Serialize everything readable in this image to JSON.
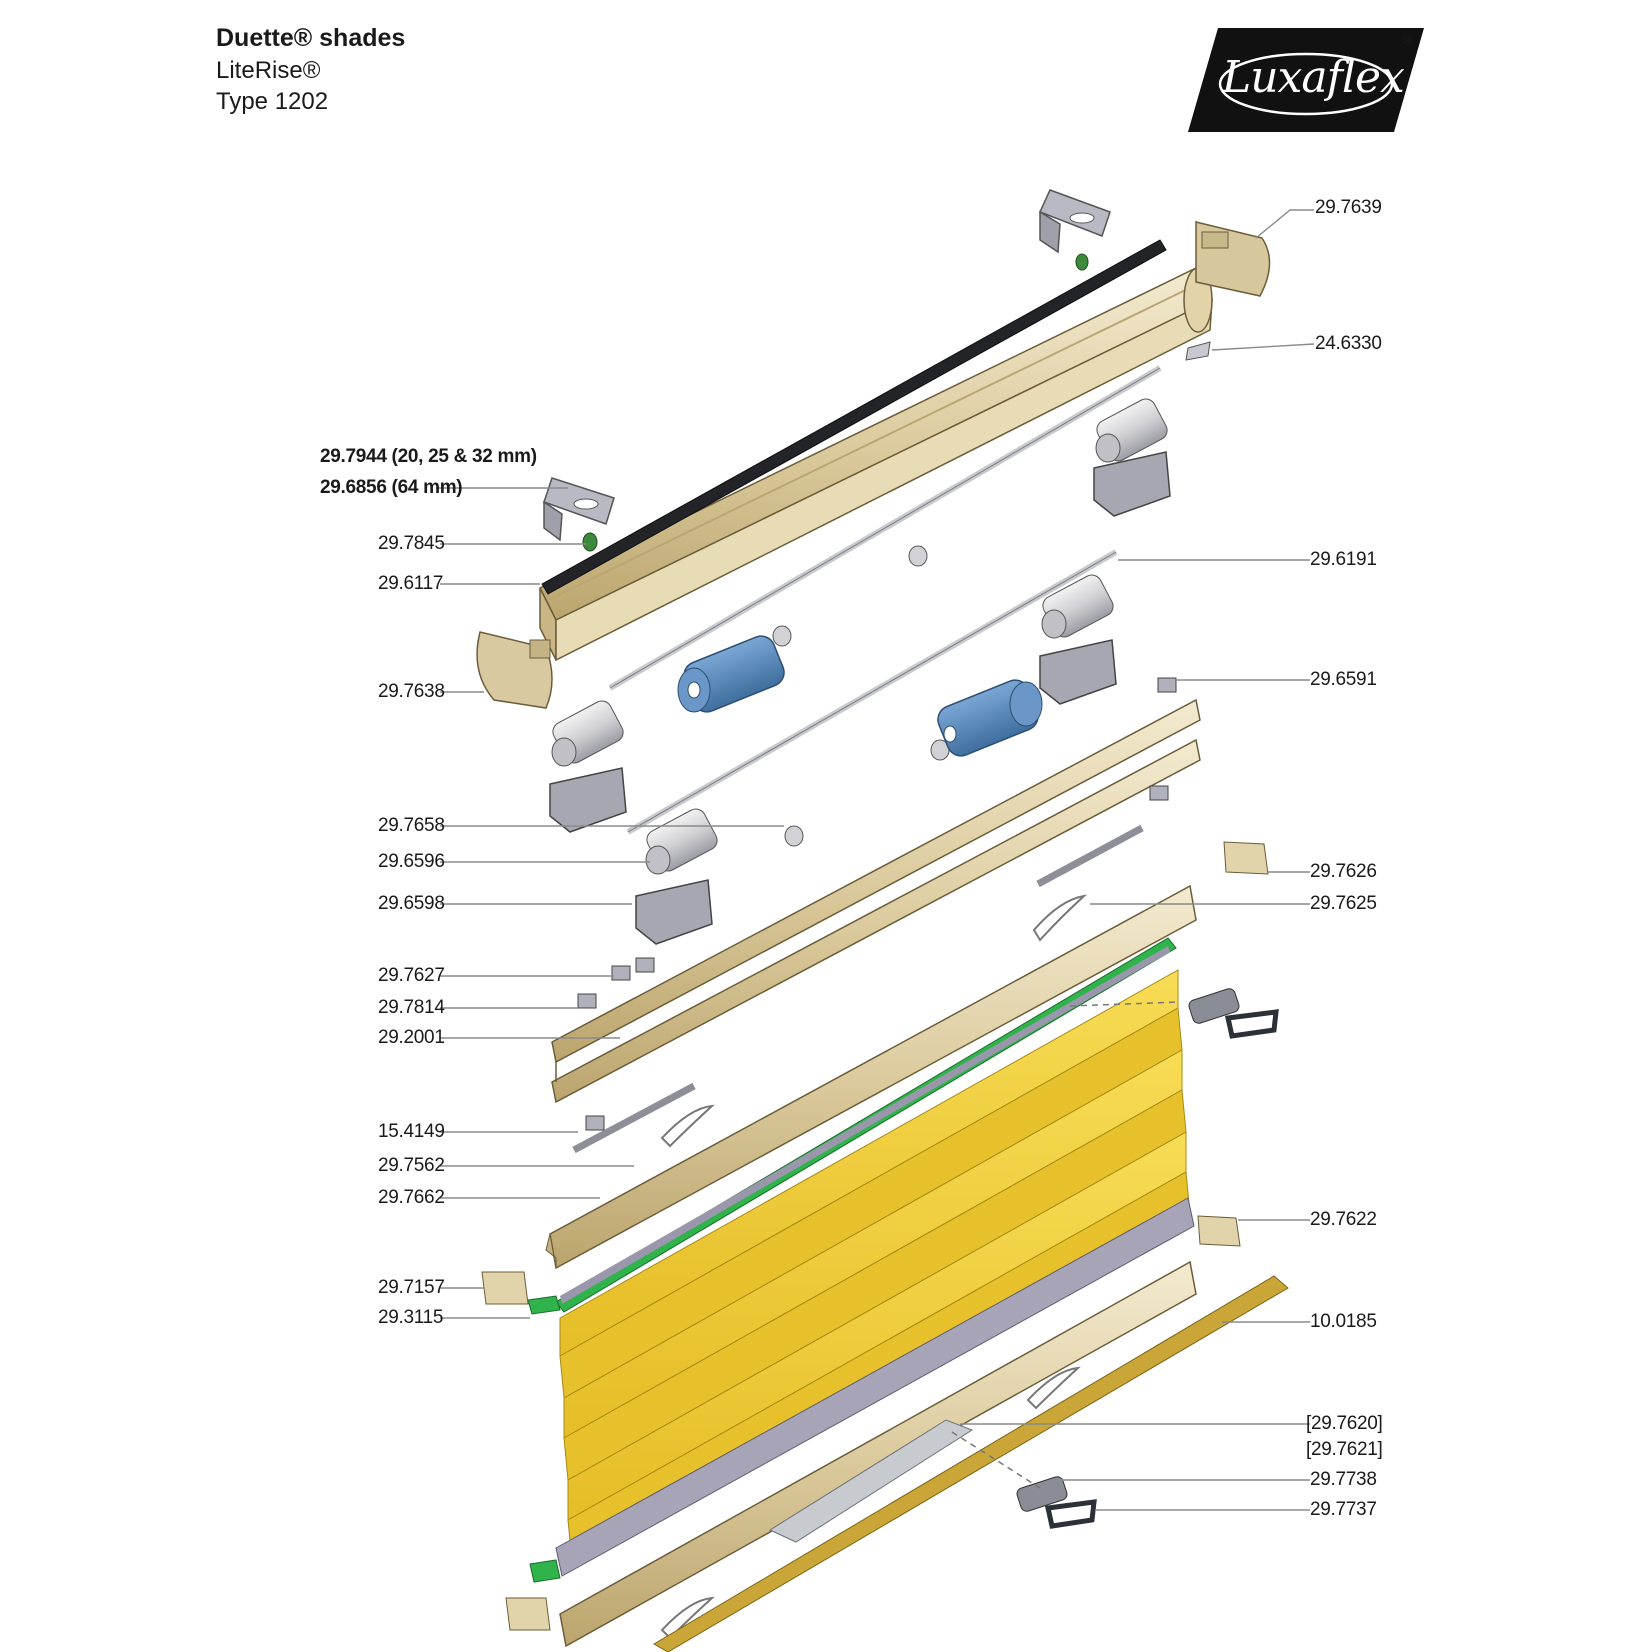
{
  "header": {
    "title": "Duette® shades",
    "product": "LiteRise®",
    "type": "Type 1202"
  },
  "brand": {
    "logo_text": "Luxaflex",
    "registered": "®",
    "logo_color": "#111111"
  },
  "colors": {
    "rail_beige": "#d8c79a",
    "rail_light": "#efe5c8",
    "fabric_yellow": "#f2cd36",
    "fabric_dark": "#c8a21c",
    "gold_strip": "#c9a637",
    "green_strip": "#2fb34a",
    "gray_strip": "#a7a4b8",
    "motor_blue": "#5f8fc0",
    "part_gray": "#a9aab4",
    "leader_line": "#8a8a8a"
  },
  "labels": {
    "p_29_7639": "29.7639",
    "p_24_6330": "24.6330",
    "p_29_7944": "29.7944 (20, 25 & 32 mm)",
    "p_29_6856": "29.6856 (64 mm)",
    "p_29_7845": "29.7845",
    "p_29_6117": "29.6117",
    "p_29_6191": "29.6191",
    "p_29_7638": "29.7638",
    "p_29_6591": "29.6591",
    "p_29_7658": "29.7658",
    "p_29_6596": "29.6596",
    "p_29_7626": "29.7626",
    "p_29_6598": "29.6598",
    "p_29_7625": "29.7625",
    "p_29_7627": "29.7627",
    "p_29_7814": "29.7814",
    "p_29_2001": "29.2001",
    "p_15_4149": "15.4149",
    "p_29_7562": "29.7562",
    "p_29_7662": "29.7662",
    "p_29_7622": "29.7622",
    "p_29_7157": "29.7157",
    "p_29_3115": "29.3115",
    "p_10_0185": "10.0185",
    "p_29_7620": "[29.7620]",
    "p_29_7621": "[29.7621]",
    "p_29_7738": "29.7738",
    "p_29_7737": "29.7737"
  }
}
